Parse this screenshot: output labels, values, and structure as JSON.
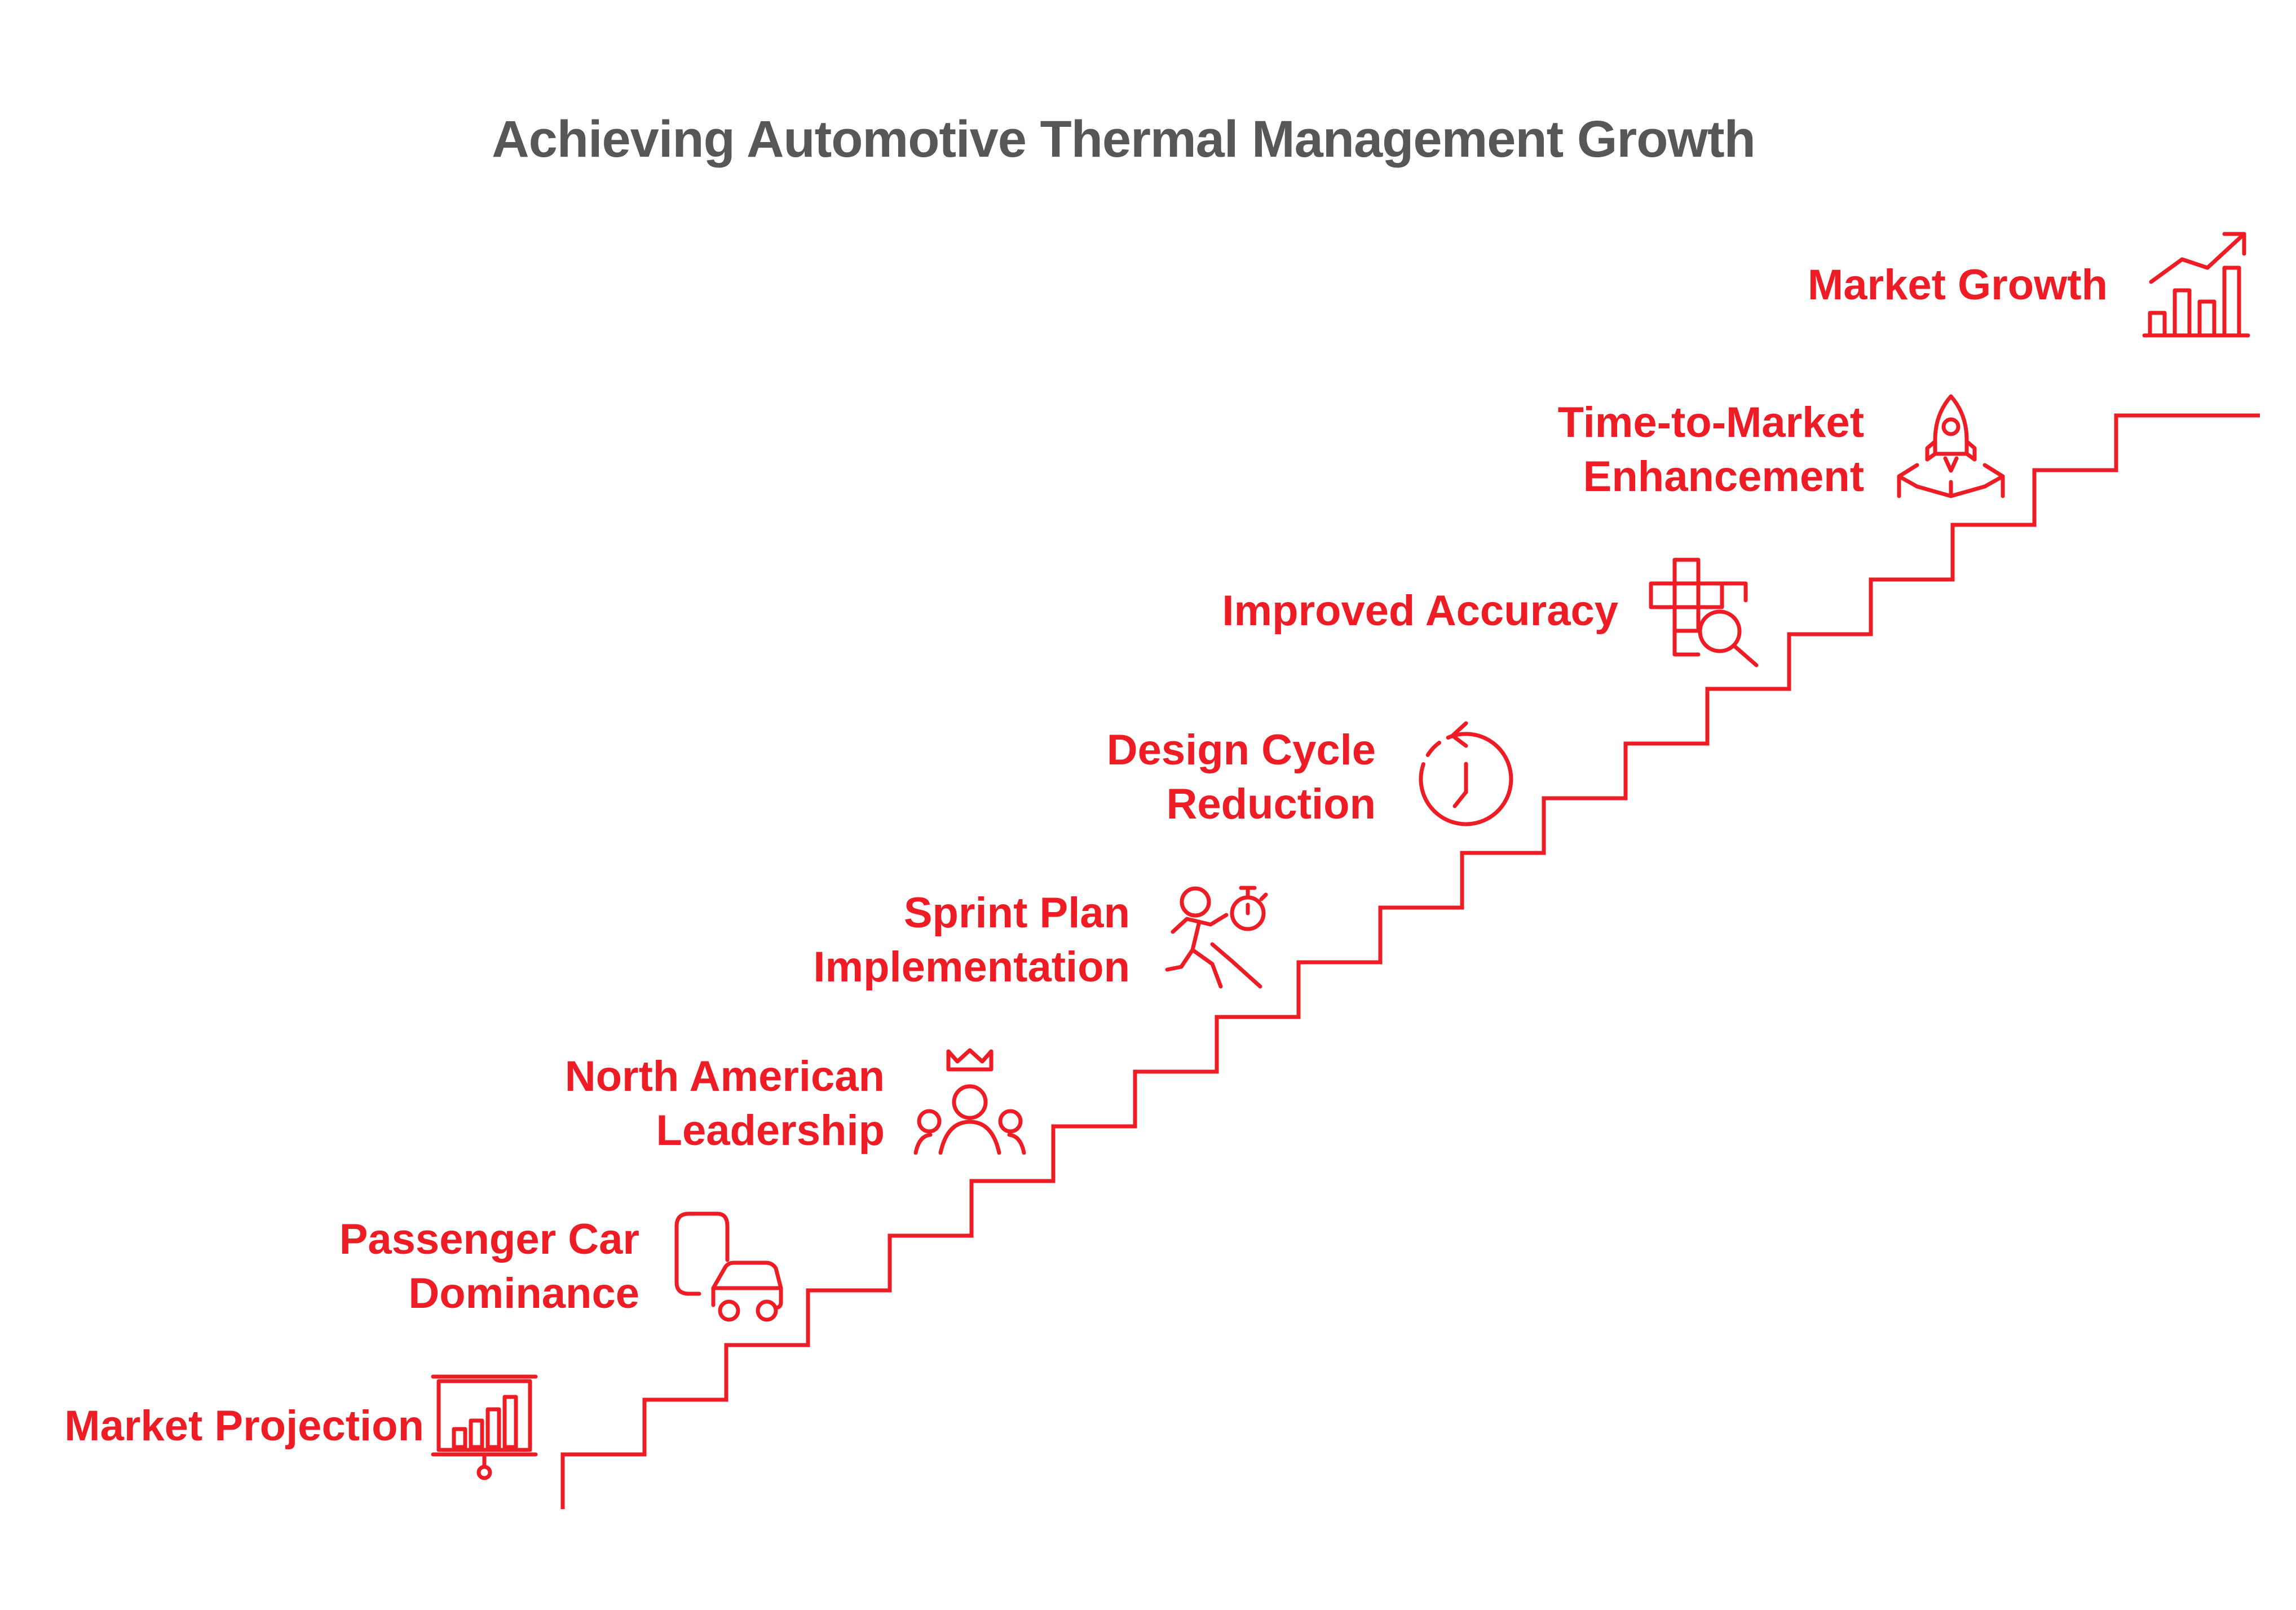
{
  "title": "Achieving Automotive Thermal Management Growth",
  "accent_color": "#ee1c25",
  "title_color": "#575757",
  "steps": [
    {
      "lines": [
        "Market Projection"
      ],
      "icon": "presentation-chart-icon"
    },
    {
      "lines": [
        "Passenger Car",
        "Dominance"
      ],
      "icon": "phone-car-icon"
    },
    {
      "lines": [
        "North American",
        "Leadership"
      ],
      "icon": "crowned-group-icon"
    },
    {
      "lines": [
        "Sprint Plan",
        "Implementation"
      ],
      "icon": "running-stopwatch-icon"
    },
    {
      "lines": [
        "Design Cycle",
        "Reduction"
      ],
      "icon": "countdown-clock-icon"
    },
    {
      "lines": [
        "Improved Accuracy"
      ],
      "icon": "grid-magnifier-icon"
    },
    {
      "lines": [
        "Time-to-Market",
        "Enhancement"
      ],
      "icon": "rocket-launch-icon"
    },
    {
      "lines": [
        "Market Growth"
      ],
      "icon": "growth-chart-icon"
    }
  ]
}
